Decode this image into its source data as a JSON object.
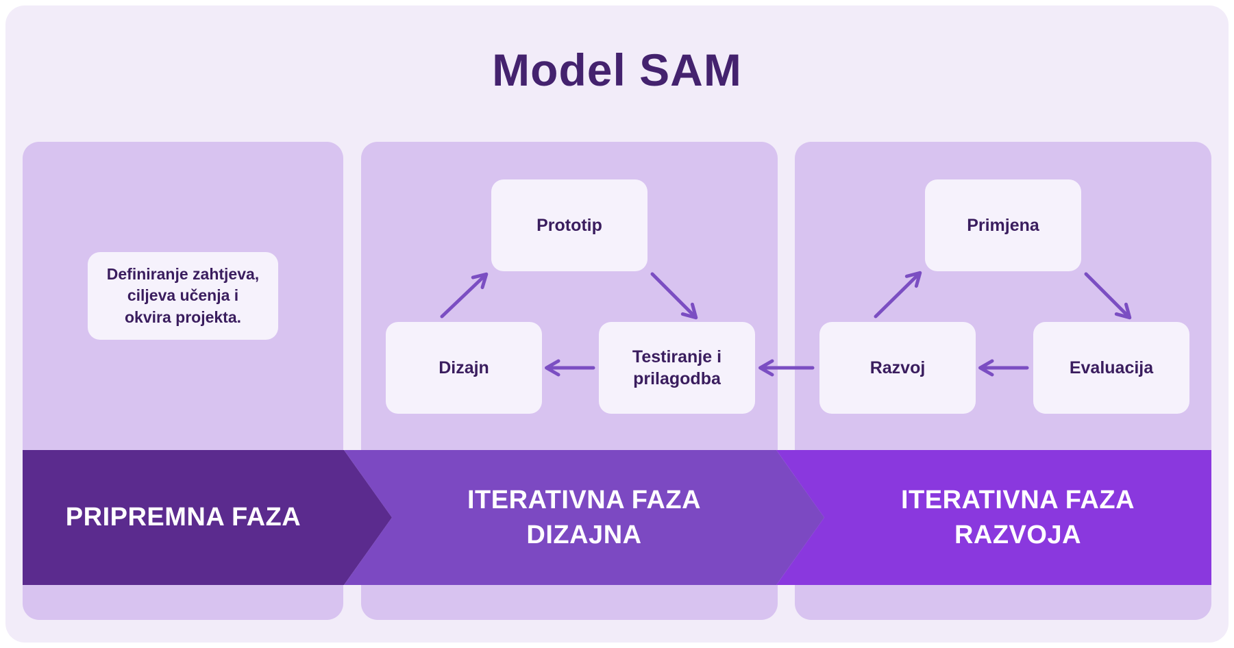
{
  "title": "Model SAM",
  "colors": {
    "page_background": "#f2ecf9",
    "panel": "#d8c3f0",
    "card": "#f6f2fc",
    "text_dark": "#3a1d5e",
    "title_text": "#44226e",
    "arrow": "#7b4ec2",
    "banner_preparation": "#5b2b8e",
    "banner_design": "#7c49c2",
    "banner_development": "#8a38de",
    "banner_text": "#ffffff"
  },
  "preparation": {
    "banner": "PRIPREMNA FAZA",
    "note_lines": [
      "Definiranje zahtjeva,",
      "ciljeva učenja i",
      "okvira projekta."
    ]
  },
  "design": {
    "banner_lines": [
      "ITERATIVNA FAZA",
      "DIZAJNA"
    ],
    "prototype": "Prototip",
    "design": "Dizajn",
    "testing_lines": [
      "Testiranje i",
      "prilagodba"
    ]
  },
  "development": {
    "banner_lines": [
      "ITERATIVNA FAZA",
      "RAZVOJA"
    ],
    "implementation": "Primjena",
    "development": "Razvoj",
    "evaluation": "Evaluacija"
  }
}
